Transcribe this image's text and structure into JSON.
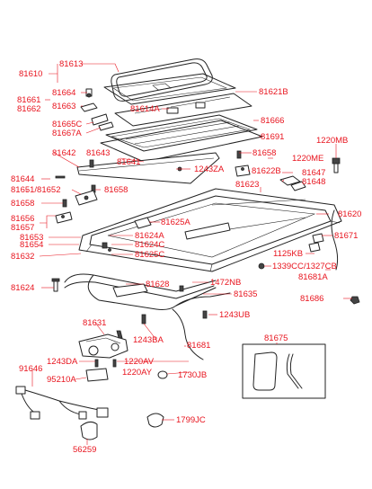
{
  "diagram": {
    "labels": {
      "l81613": "81613",
      "l81610": "81610",
      "l81621B": "81621B",
      "l81664": "81664",
      "l81661": "81661",
      "l81662": "81662",
      "l81663": "81663",
      "l81614A": "81614A",
      "l81665C": "81665C",
      "l81667A": "81667A",
      "l81666": "81666",
      "l81691": "81691",
      "l1220MB": "1220MB",
      "l81642": "81642",
      "l81643": "81643",
      "l81658a": "81658",
      "l1220ME": "1220ME",
      "l81641": "81641",
      "l1243ZA": "1243ZA",
      "l81622B": "81622B",
      "l81647": "81647",
      "l81644": "81644",
      "l81623": "81623",
      "l81648": "81648",
      "l81651": "81651/81652",
      "l81658b": "81658",
      "l81658c": "81658",
      "l81656": "81656",
      "l81657": "81657",
      "l81625A": "81625A",
      "l81620": "81620",
      "l81653": "81653",
      "l81624A": "81624A",
      "l81654": "81654",
      "l81624C": "81624C",
      "l81671": "81671",
      "l81632": "81632",
      "l81625C": "81625C",
      "l1125KB": "1125KB",
      "l1339CC": "1339CC/1327CB",
      "l81681A": "81681A",
      "l81624": "81624",
      "l81628": "81628",
      "l1472NB": "1472NB",
      "l81635": "81635",
      "l81686": "81686",
      "l1243UB": "1243UB",
      "l81631": "81631",
      "l81675": "81675",
      "l1243BA": "1243BA",
      "l81681": "81681",
      "l1243DA": "1243DA",
      "l1220AV": "1220AV",
      "l91646": "91646",
      "l1220AY": "1220AY",
      "l95210A": "95210A",
      "l1730JB": "1730JB",
      "l1799JC": "1799JC",
      "l56259": "56259"
    }
  }
}
